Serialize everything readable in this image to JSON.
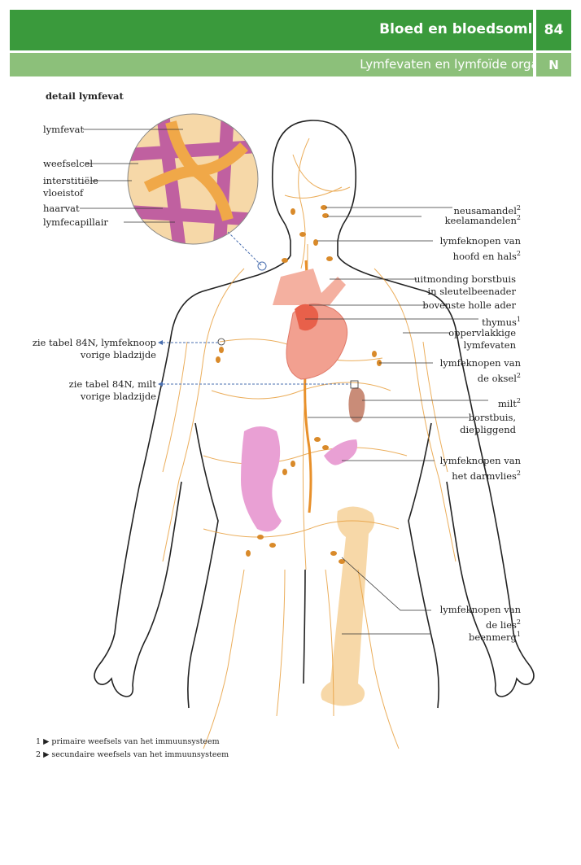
{
  "header": {
    "title": "Bloed en bloedsomloop",
    "page_number": "84",
    "subtitle": "Lymfevaten en lymfoïde organen",
    "section_letter": "N"
  },
  "detail": {
    "title": "detail lymfevat",
    "labels": [
      "lymfevat",
      "weefselcel",
      "interstitiële",
      "vloeistof",
      "haarvat",
      "lymfecapillair"
    ]
  },
  "right_labels": [
    {
      "lines": [
        "neusamandel"
      ],
      "sup": "2"
    },
    {
      "lines": [
        "keelamandelen"
      ],
      "sup": "2"
    },
    {
      "lines": [
        "lymfeknopen van",
        "hoofd en hals"
      ],
      "sup": "2"
    },
    {
      "lines": [
        "uitmonding borstbuis",
        "in sleutelbeenader"
      ],
      "sup": ""
    },
    {
      "lines": [
        "bovenste holle ader"
      ],
      "sup": ""
    },
    {
      "lines": [
        "thymus"
      ],
      "sup": "1"
    },
    {
      "lines": [
        "oppervlakkige",
        "lymfevaten"
      ],
      "sup": ""
    },
    {
      "lines": [
        "lymfeknopen van",
        "de oksel"
      ],
      "sup": "2"
    },
    {
      "lines": [
        "milt"
      ],
      "sup": "2"
    },
    {
      "lines": [
        "borstbuis,",
        "diepliggend"
      ],
      "sup": ""
    },
    {
      "lines": [
        "lymfeknopen van",
        "het darmvlies"
      ],
      "sup": "2"
    },
    {
      "lines": [
        "lymfeknopen van",
        "de lies"
      ],
      "sup": "2"
    },
    {
      "lines": [
        "beenmerg"
      ],
      "sup": "1"
    }
  ],
  "left_refs": [
    {
      "line1": "zie tabel 84N, lymfeknoop",
      "line2": "vorige bladzijde"
    },
    {
      "line1": "zie tabel 84N, milt",
      "line2": "vorige bladzijde"
    }
  ],
  "footnotes": [
    {
      "num": "1",
      "arrow": "▶",
      "text": "primaire weefsels van het immuunsysteem"
    },
    {
      "num": "2",
      "arrow": "▶",
      "text": "secundaire weefsels van het immuunsysteem"
    }
  ],
  "colors": {
    "header_dark": "#3a9a3c",
    "header_light": "#8cc07a",
    "lymph": "#e8a040",
    "node": "#d98a2a",
    "heart": "#f2a090",
    "spleen": "#c98c78",
    "intestine": "#e9a0d4",
    "bone": "#f7d8a8"
  }
}
